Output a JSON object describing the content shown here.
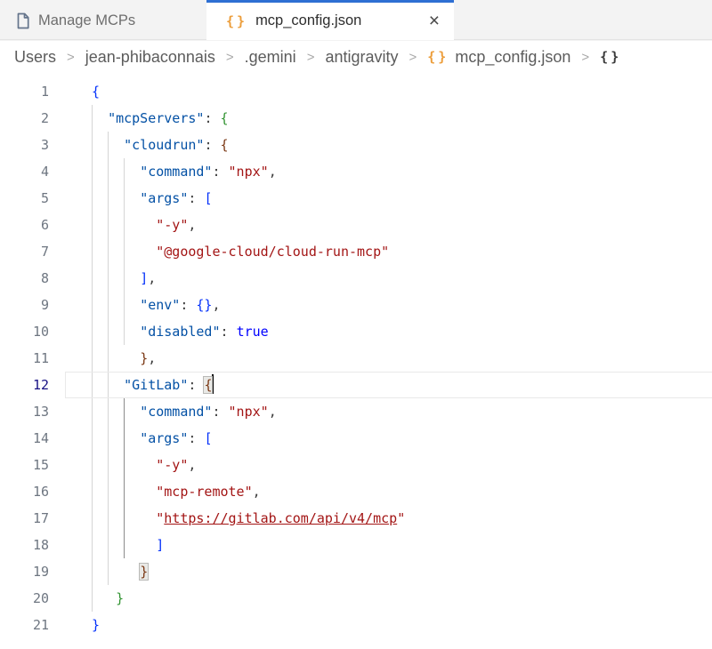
{
  "theme": {
    "accent": "#2e6fd3",
    "jsonIcon": "#ec9e3c",
    "key": "#0451a5",
    "str": "#a31515",
    "kw": "#0000ff",
    "b1": "#0431fa",
    "b2": "#319331",
    "b3": "#7b3814",
    "pu": "#3b3b3b",
    "ln": "#6e7681",
    "lnActive": "#171184",
    "guide": "#d5d5d5",
    "guideActive": "#8c8c8c",
    "matchBg": "#e9e9e6",
    "matchBorder": "#b9b9b6"
  },
  "tabs": {
    "manage": {
      "label": "Manage MCPs"
    },
    "active": {
      "label": "mcp_config.json",
      "icon": "{}",
      "close": "×"
    }
  },
  "breadcrumb": {
    "items": [
      "Users",
      "jean-phibaconnais",
      ".gemini",
      "antigravity"
    ],
    "separator": ">",
    "file_icon": "{}",
    "file": "mcp_config.json",
    "symbol": "{}"
  },
  "editor": {
    "cursor_line": 12,
    "guides": [
      {
        "col": 0,
        "from": 2,
        "to": 20,
        "active": false
      },
      {
        "col": 2,
        "from": 3,
        "to": 19,
        "active": false
      },
      {
        "col": 4,
        "from": 4,
        "to": 10,
        "active": false
      },
      {
        "col": 4,
        "from": 13,
        "to": 18,
        "active": true
      }
    ],
    "lines": [
      [
        [
          "b1",
          "{"
        ]
      ],
      [
        [
          "ws",
          "  "
        ],
        [
          "pk",
          "\"mcpServers\""
        ],
        [
          "pu",
          ": "
        ],
        [
          "b2",
          "{"
        ]
      ],
      [
        [
          "ws",
          "    "
        ],
        [
          "pk",
          "\"cloudrun\""
        ],
        [
          "pu",
          ": "
        ],
        [
          "b3",
          "{"
        ]
      ],
      [
        [
          "ws",
          "      "
        ],
        [
          "pk",
          "\"command\""
        ],
        [
          "pu",
          ": "
        ],
        [
          "st",
          "\"npx\""
        ],
        [
          "pu",
          ","
        ]
      ],
      [
        [
          "ws",
          "      "
        ],
        [
          "pk",
          "\"args\""
        ],
        [
          "pu",
          ": "
        ],
        [
          "b1",
          "["
        ]
      ],
      [
        [
          "ws",
          "        "
        ],
        [
          "st",
          "\"-y\""
        ],
        [
          "pu",
          ","
        ]
      ],
      [
        [
          "ws",
          "        "
        ],
        [
          "st",
          "\"@google-cloud/cloud-run-mcp\""
        ]
      ],
      [
        [
          "ws",
          "      "
        ],
        [
          "b1",
          "]"
        ],
        [
          "pu",
          ","
        ]
      ],
      [
        [
          "ws",
          "      "
        ],
        [
          "pk",
          "\"env\""
        ],
        [
          "pu",
          ": "
        ],
        [
          "b1",
          "{}"
        ],
        [
          "pu",
          ","
        ]
      ],
      [
        [
          "ws",
          "      "
        ],
        [
          "pk",
          "\"disabled\""
        ],
        [
          "pu",
          ": "
        ],
        [
          "kw",
          "true"
        ]
      ],
      [
        [
          "ws",
          "      "
        ],
        [
          "b3",
          "}"
        ],
        [
          "pu",
          ","
        ]
      ],
      [
        [
          "ws",
          "    "
        ],
        [
          "pk",
          "\"GitLab\""
        ],
        [
          "pu",
          ": "
        ],
        [
          "bm b3",
          "{"
        ],
        [
          "cursor",
          ""
        ]
      ],
      [
        [
          "ws",
          "      "
        ],
        [
          "pk",
          "\"command\""
        ],
        [
          "pu",
          ": "
        ],
        [
          "st",
          "\"npx\""
        ],
        [
          "pu",
          ","
        ]
      ],
      [
        [
          "ws",
          "      "
        ],
        [
          "pk",
          "\"args\""
        ],
        [
          "pu",
          ": "
        ],
        [
          "b1",
          "["
        ]
      ],
      [
        [
          "ws",
          "        "
        ],
        [
          "st",
          "\"-y\""
        ],
        [
          "pu",
          ","
        ]
      ],
      [
        [
          "ws",
          "        "
        ],
        [
          "st",
          "\"mcp-remote\""
        ],
        [
          "pu",
          ","
        ]
      ],
      [
        [
          "ws",
          "        "
        ],
        [
          "st",
          "\""
        ],
        [
          "lk",
          "https://gitlab.com/api/v4/mcp"
        ],
        [
          "st",
          "\""
        ]
      ],
      [
        [
          "ws",
          "        "
        ],
        [
          "b1",
          "]"
        ]
      ],
      [
        [
          "ws",
          "      "
        ],
        [
          "bm b3",
          "}"
        ]
      ],
      [
        [
          "ws",
          "   "
        ],
        [
          "b2",
          "}"
        ]
      ],
      [
        [
          "b1",
          "}"
        ]
      ]
    ]
  }
}
